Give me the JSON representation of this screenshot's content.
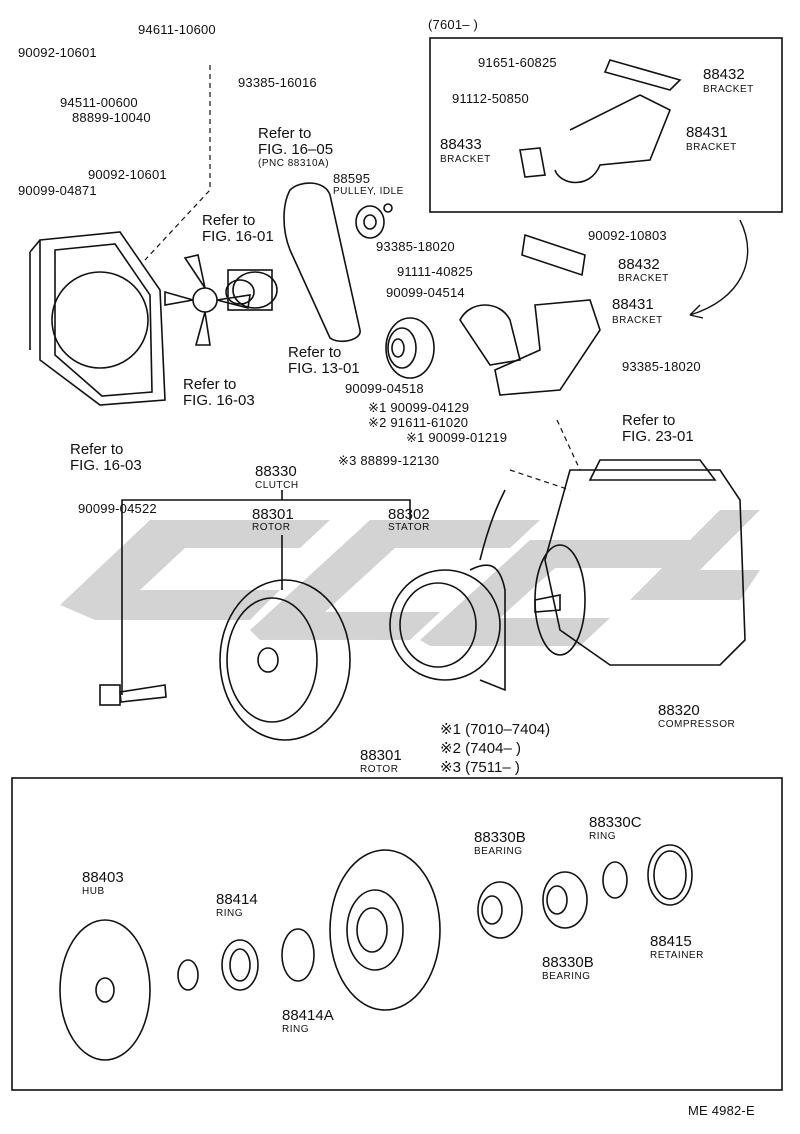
{
  "diagram": {
    "header_range": "(7601–        )",
    "figure_code": "ME 4982-E",
    "watermark_color": "#b0b0b0",
    "notes": [
      "※1 (7010–7404)",
      "※2 (7404–        )",
      "※3 (7511–        )"
    ],
    "refs": {
      "fig_16_05": "Refer to\nFIG. 16–05",
      "fig_16_05_sub": "(PNC 88310A)",
      "fig_16_01": "Refer to\nFIG. 16-01",
      "fig_16_03_fan": "Refer to\nFIG. 16-03",
      "fig_16_03_shroud": "Refer to\nFIG. 16-03",
      "fig_13_01": "Refer to\nFIG. 13-01",
      "fig_23_01": "Refer to\nFIG. 23-01"
    },
    "parts": {
      "p94611": "94611-10600",
      "p90092a": "90092-10601",
      "p94511": "94511-00600",
      "p88899a": "88899-10040",
      "p90092b": "90092-10601",
      "p90099a": "90099-04871",
      "p93385a": "93385-16016",
      "p88595": "88595",
      "p88595_name": "PULLEY, IDLE",
      "p91651": "91651-60825",
      "p88432a": "88432",
      "p88432a_name": "BRACKET",
      "p91112": "91112-50850",
      "p88431a": "88431",
      "p88431a_name": "BRACKET",
      "p88433": "88433",
      "p88433_name": "BRACKET",
      "p93385b": "93385-18020",
      "p90092c": "90092-10803",
      "p91111": "91111-40825",
      "p88432b": "88432",
      "p88432b_name": "BRACKET",
      "p90099b": "90099-04514",
      "p88431b": "88431",
      "p88431b_name": "BRACKET",
      "p93385c": "93385-18020",
      "p90099c": "90099-04518",
      "p90099d": "※1 90099-04129",
      "p91611": "※2 91611-61020",
      "p90099e": "※1 90099-01219",
      "p88899b": "※3 88899-12130",
      "p88330": "88330",
      "p88330_name": "CLUTCH",
      "p90099f": "90099-04522",
      "p88301a": "88301",
      "p88301a_name": "ROTOR",
      "p88302": "88302",
      "p88302_name": "STATOR",
      "p88320": "88320",
      "p88320_name": "COMPRESSOR",
      "p88301b": "88301",
      "p88301b_name": "ROTOR",
      "p88403": "88403",
      "p88403_name": "HUB",
      "p88414": "88414",
      "p88414_name": "RING",
      "p88414a": "88414A",
      "p88414a_name": "RING",
      "p88330b1": "88330B",
      "p88330b1_name": "BEARING",
      "p88330b2": "88330B",
      "p88330b2_name": "BEARING",
      "p88330c": "88330C",
      "p88330c_name": "RING",
      "p88415": "88415",
      "p88415_name": "RETAINER"
    }
  }
}
